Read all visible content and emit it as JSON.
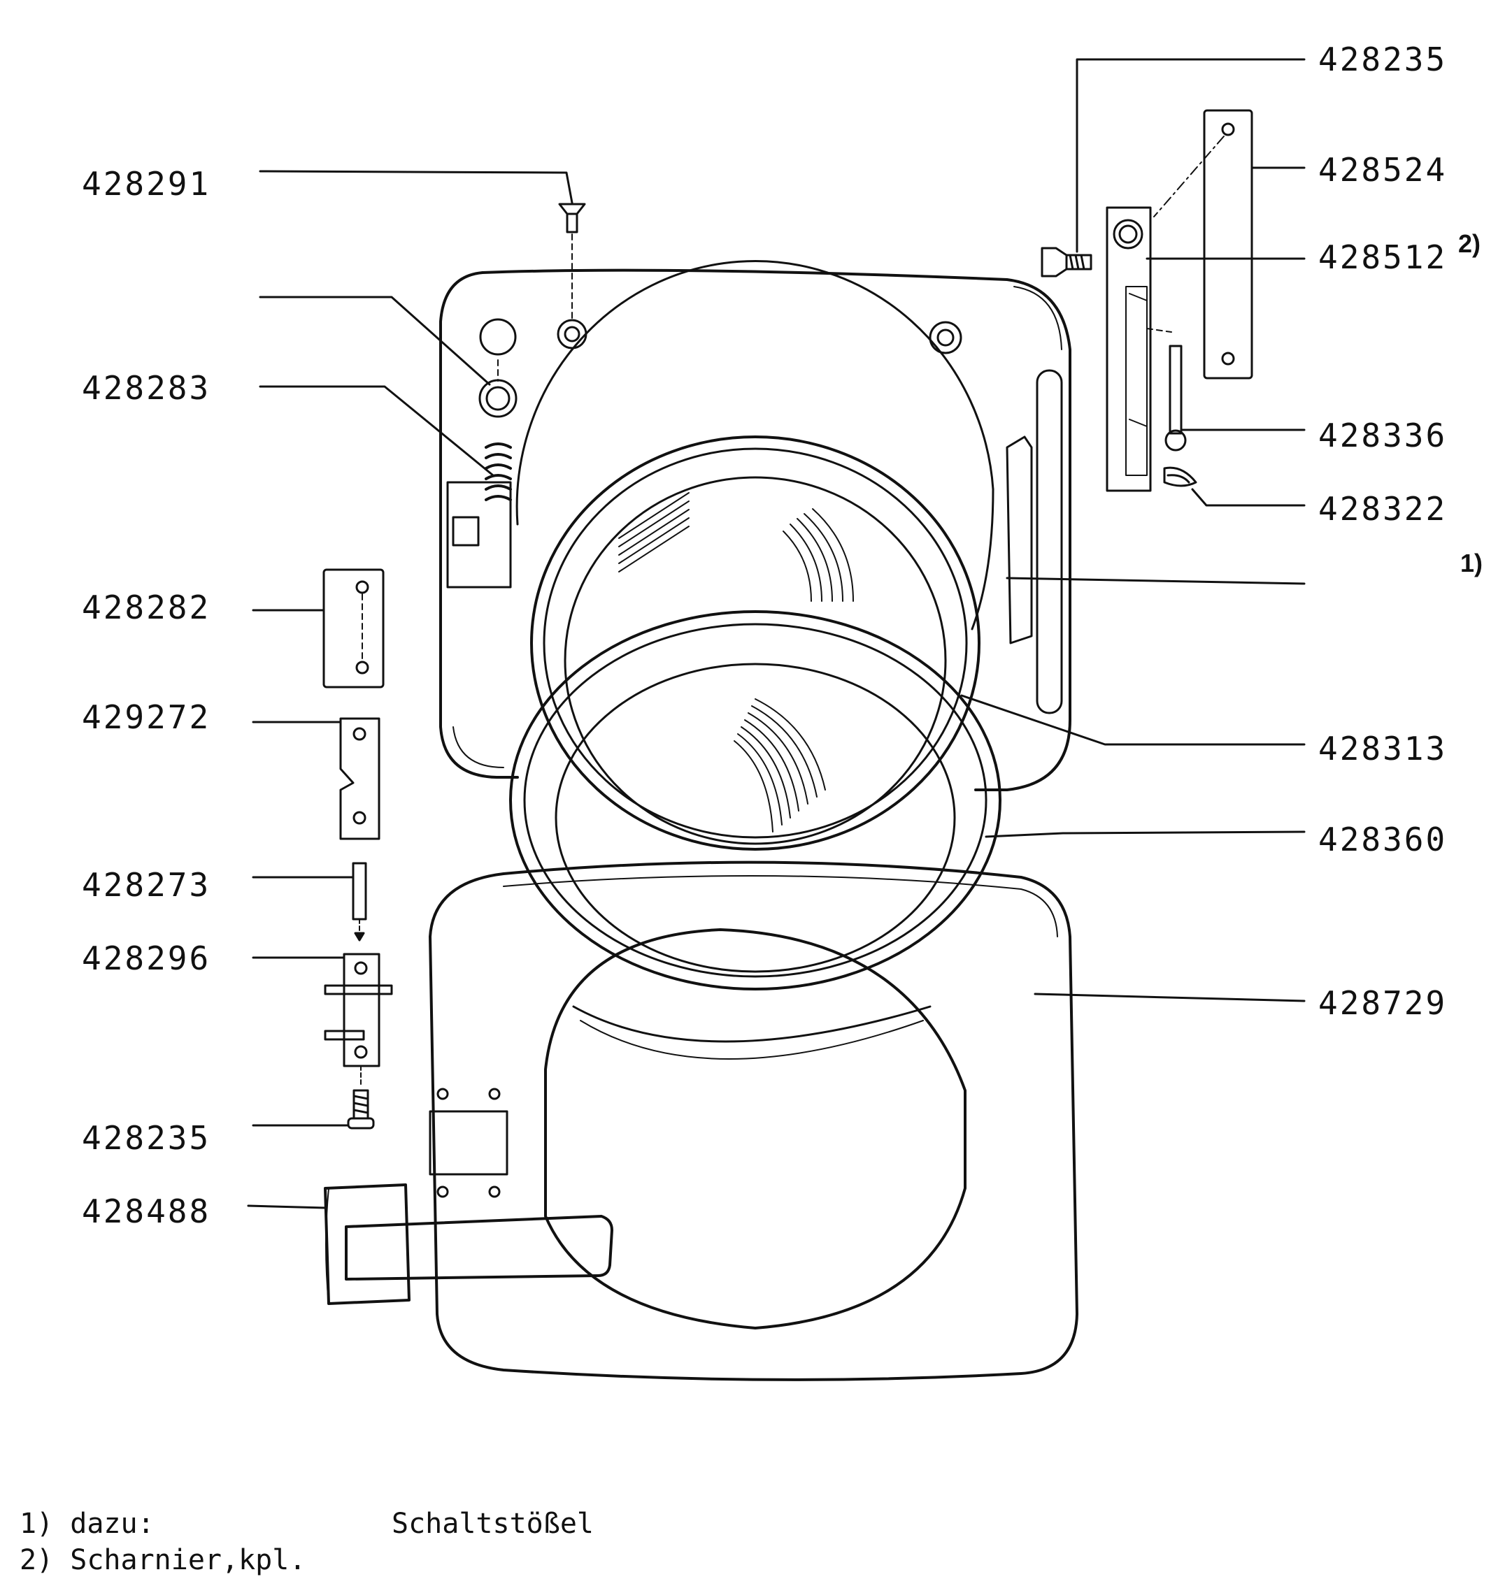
{
  "parts_right": {
    "p428235": "428235",
    "p428524": "428524",
    "p428512": "428512",
    "p428336": "428336",
    "p428322": "428322",
    "p428313": "428313",
    "p428360": "428360",
    "p428729": "428729"
  },
  "parts_left": {
    "p428291": "428291",
    "p428283": "428283",
    "p428282": "428282",
    "p429272": "429272",
    "p428273": "428273",
    "p428296": "428296",
    "p428235b": "428235",
    "p428488": "428488"
  },
  "notes": {
    "note2": "2)",
    "note1": "1)"
  },
  "footnotes": {
    "f1_marker": "1) dazu:",
    "f1_text": "Schaltstößel",
    "f2": "2) Scharnier,kpl."
  }
}
